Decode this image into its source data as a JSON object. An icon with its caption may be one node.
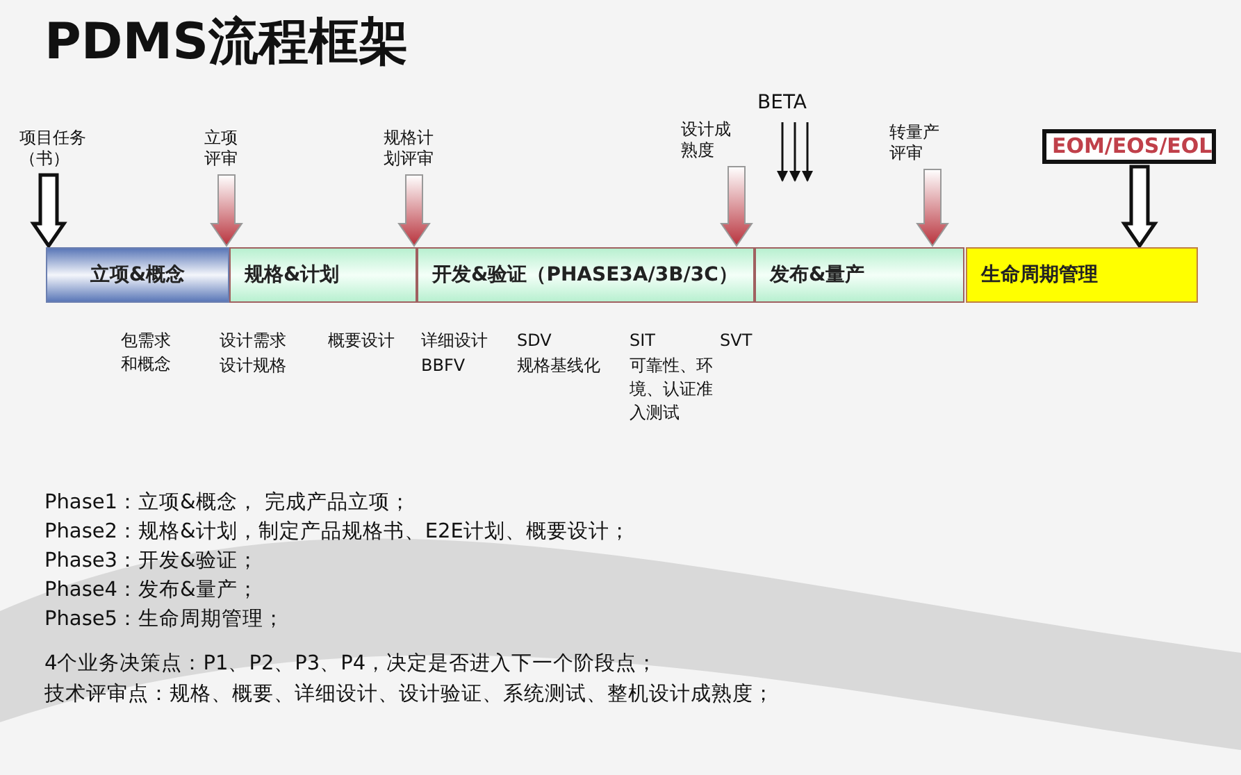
{
  "diagram": {
    "title": "PDMS流程框架",
    "nodes": [
      {
        "text": [
          "项目任务（书）"
        ]
      },
      {
        "text": [
          "立项评审"
        ]
      },
      {
        "text": [
          "规格计划评审"
        ]
      },
      {
        "text": [
          "设计成熟度"
        ]
      },
      {
        "text": [
          "BETA"
        ]
      },
      {
        "text": [
          "转量产评审"
        ]
      },
      {
        "text": [
          "EOM/EOS/EOL"
        ]
      },
      {
        "text": [
          "立项&概念"
        ]
      },
      {
        "text": [
          "规格&计划"
        ]
      },
      {
        "text": [
          "开发&验证（PHASE3A/3B/3C）"
        ]
      },
      {
        "text": [
          "发布&量产"
        ]
      },
      {
        "text": [
          "生命周期管理"
        ]
      }
    ],
    "edges": [
      {
        "from": 0,
        "to": 7,
        "arrow": "to",
        "style": "thick"
      },
      {
        "from": 1,
        "to": 7,
        "arrow": "to",
        "style": "thick",
        "color": "#b8323c"
      },
      {
        "from": 2,
        "to": 8,
        "arrow": "to",
        "style": "thick",
        "color": "#b8323c"
      },
      {
        "from": 3,
        "to": 9,
        "arrow": "to",
        "style": "thick",
        "color": "#b8323c"
      },
      {
        "from": 4,
        "to": null,
        "arrow": "to"
      },
      {
        "from": 4,
        "to": null,
        "arrow": "to"
      },
      {
        "from": 4,
        "to": null,
        "arrow": "to"
      },
      {
        "from": 5,
        "to": 10,
        "arrow": "to",
        "style": "thick",
        "color": "#b8323c"
      },
      {
        "from": 6,
        "to": 11,
        "arrow": "to",
        "style": "thick"
      }
    ],
    "labels": [
      "包需求和概念",
      "设计需求",
      "概要设计",
      "详细设计",
      "SDV",
      "SIT",
      "SVT",
      "设计规格",
      "BBFV",
      "规格基线化",
      "可靠性、环境、认证准入测试",
      "Phase1：立项&概念， 完成产品立项；",
      "Phase2：规格&计划，制定产品规格书、E2E计划、概要设计；",
      "Phase3：开发&验证；",
      "Phase4：发布&量产；",
      "Phase5：生命周期管理；",
      "4个业务决策点：P1、P2、P3、P4，决定是否进入下一个阶段点；",
      "技术评审点：规格、概要、详细设计、设计验证、系统测试、整机设计成熟度；"
    ]
  }
}
